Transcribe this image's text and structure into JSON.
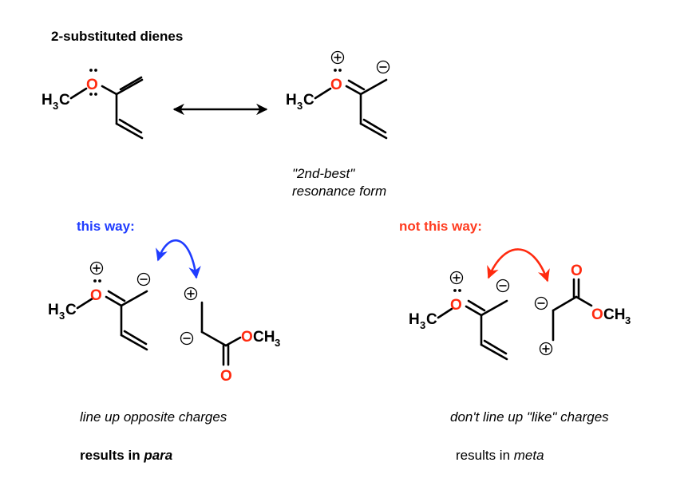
{
  "title": "2-substituted dienes",
  "resonance_caption_line1": "\"2nd-best\"",
  "resonance_caption_line2": "resonance form",
  "this_way": {
    "label": "this way:",
    "caption": "line up opposite charges",
    "result_prefix": "results in ",
    "result_emphasis": "para"
  },
  "not_this_way": {
    "label": "not this way:",
    "caption": "don't line up \"like\" charges",
    "result_prefix": "results in ",
    "result_emphasis": "meta"
  },
  "atoms": {
    "methyl_H": "H",
    "methyl_3": "3",
    "methyl_C": "C",
    "oxygen": "O",
    "ester_O": "O",
    "ester_OCH": "OCH",
    "ester_3": "3"
  },
  "colors": {
    "blue_arrow": "#1f3cff",
    "red_arrow": "#ff2a0f",
    "oxygen": "#ff2a0f"
  }
}
